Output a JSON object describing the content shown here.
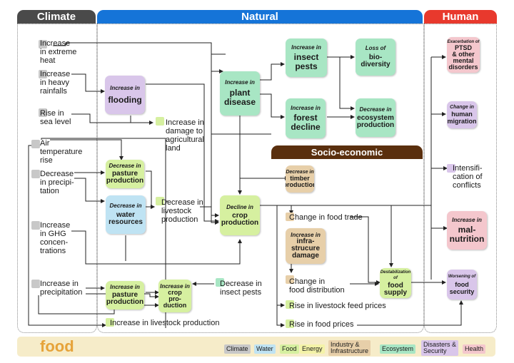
{
  "headers": {
    "climate": "Climate",
    "natural": "Natural",
    "human": "Human",
    "socio": "Socio-economic"
  },
  "colors": {
    "climate": "#c8c8c8",
    "water": "#bfe3f3",
    "food": "#d6f0a0",
    "energy": "#f4f3a8",
    "industry": "#e7cfa9",
    "ecosystem": "#a8e6c4",
    "disasters": "#d9c6ea",
    "health": "#f4c7cd",
    "header_dark": "#4a4a4a",
    "header_blue": "#1574d8",
    "header_red": "#e8392d",
    "header_brown": "#5a2f0e",
    "food_banner": "#f6ecc9"
  },
  "climate": {
    "extreme_heat": "Increase\nin extreme\nheat",
    "heavy_rainfalls": "Increase\nin heavy\nrainfalls",
    "sea_level": "Rise in\nsea level",
    "air_temp": "Air\ntemperature\nrise",
    "decrease_precip": "Decrease\nin precipi-\ntation",
    "ghg": "Increase\nin GHG\nconcen-\ntrations",
    "increase_precip": "Increase in\nprecipitation"
  },
  "natural": {
    "flooding_top": "Increase in",
    "flooding_main": "flooding",
    "damage_land": "Increase in\ndamage to\nagricultural\nland",
    "plant_top": "Increase in",
    "plant_main": "plant\ndisease",
    "insect_top": "Increase in",
    "insect_main": "insect\npests",
    "bio_top": "Loss of",
    "bio_main": "bio-\ndiversity",
    "forest_top": "Increase in",
    "forest_main": "forest\ndecline",
    "eco_top": "Decrease in",
    "eco_main": "ecosystem\nproduction",
    "pasture1_top": "Decrease in",
    "pasture1_main": "pasture\nproduction",
    "water_top": "Decrease in",
    "water_main": "water\nresources",
    "livestock": "Decrease in\nlivestock\nproduction",
    "crop_top": "Decline in",
    "crop_main": "crop\nproduction",
    "pasture2_top": "Increase in",
    "pasture2_main": "pasture\nproduction",
    "crop2_top": "Increase in",
    "crop2_main": "crop\npro-\nduction",
    "dec_pests": "Decrease in\ninsect pests",
    "inc_livestock": "Increase in livestock production"
  },
  "socio": {
    "timber_top": "Decrease in",
    "timber_main": "timber\nproduction",
    "food_trade": "Change in food trade",
    "infra_top": "Increase in",
    "infra_main": "infra-\nstrucure\ndamage",
    "food_distribution": "Change in\nfood distribution",
    "destab_top": "Destabilization of",
    "destab_main": "food\nsupply",
    "feed_prices": "Rise in livestock feed prices",
    "food_prices": "Rise in food prices"
  },
  "human": {
    "ptsd_top": "Exacerbation of",
    "ptsd_main": "PTSD\n& other\nmental\ndisorders",
    "migration_top": "Change in",
    "migration_main": "human\nmigration",
    "conflicts": "Intensifi-\ncation of\nconflicts",
    "malnutrition_top": "Increase in",
    "malnutrition_main": "mal-\nnutrition",
    "security_top": "Worsening of",
    "security_main": "food\nsecurity"
  },
  "footer": {
    "title": "food"
  },
  "legend": [
    "Climate",
    "Water",
    "Food",
    "Energy",
    "Industry &\nInfrastructure",
    "Ecosystem",
    "Disasters &\nSecurity",
    "Health"
  ]
}
